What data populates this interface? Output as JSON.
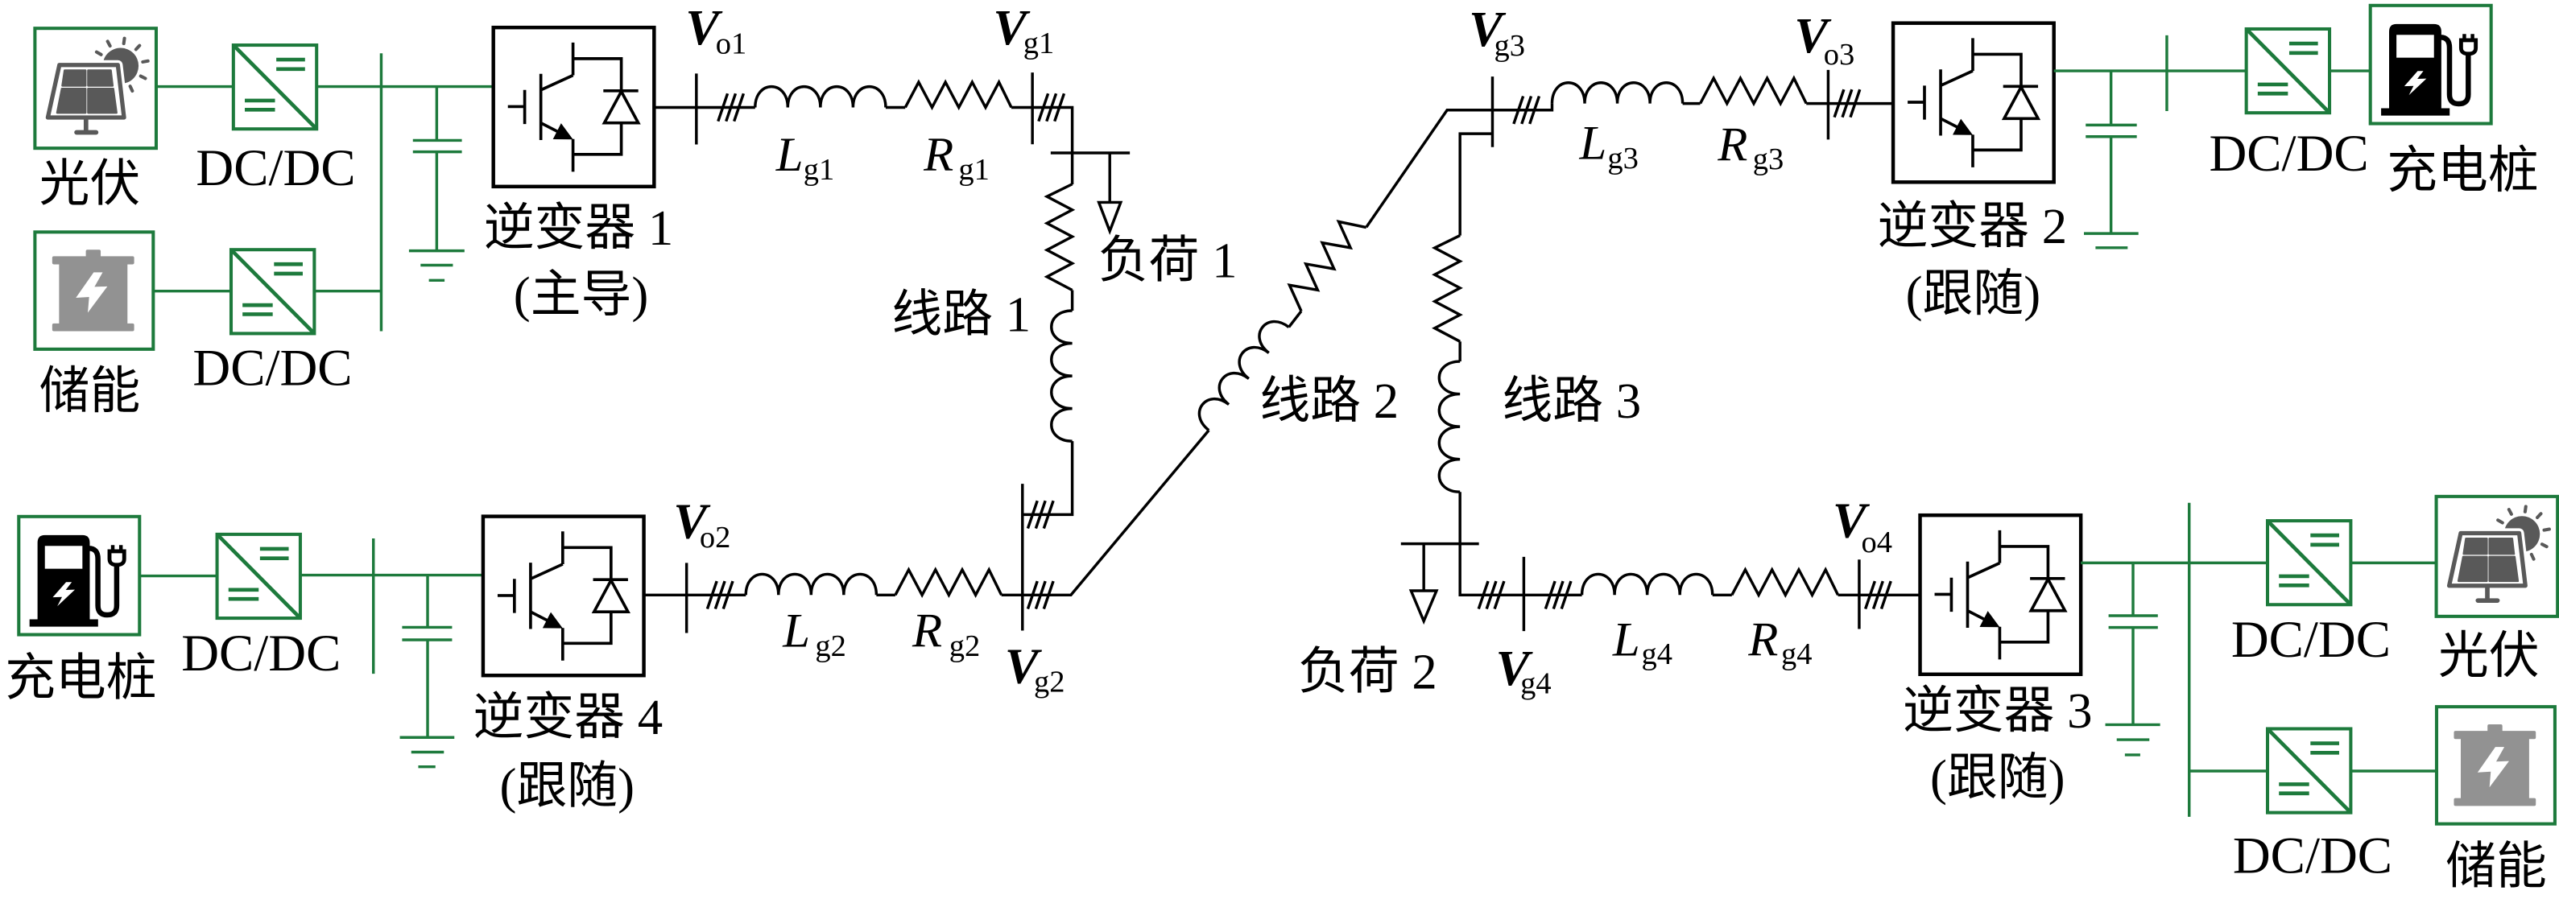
{
  "colors": {
    "dc_side": "#1d7a3c",
    "ac_side": "#000000",
    "pv_icon": "#595959",
    "storage_icon": "#929292",
    "charger_icon": "#000000"
  },
  "units": [
    {
      "inverter": "逆变器 1",
      "role": "(主导)",
      "sources": [
        {
          "label": "光伏",
          "icon": "solar-panel-icon"
        },
        {
          "label": "储能",
          "icon": "battery-icon"
        }
      ],
      "converters": [
        "DC/DC",
        "DC/DC"
      ]
    },
    {
      "inverter": "逆变器 2",
      "role": "(跟随)",
      "sources": [
        {
          "label": "充电桩",
          "icon": "ev-charger-icon"
        }
      ],
      "converters": [
        "DC/DC"
      ]
    },
    {
      "inverter": "逆变器 3",
      "role": "(跟随)",
      "sources": [
        {
          "label": "光伏",
          "icon": "solar-panel-icon"
        },
        {
          "label": "储能",
          "icon": "battery-icon"
        }
      ],
      "converters": [
        "DC/DC",
        "DC/DC"
      ]
    },
    {
      "inverter": "逆变器 4",
      "role": "(跟随)",
      "sources": [
        {
          "label": "充电桩",
          "icon": "ev-charger-icon"
        }
      ],
      "converters": [
        "DC/DC"
      ]
    }
  ],
  "nodes": {
    "vo1": {
      "symbol": "V",
      "sub": "o1"
    },
    "vg1": {
      "symbol": "V",
      "sub": "g1"
    },
    "vo2": {
      "symbol": "V",
      "sub": "o2"
    },
    "vg2": {
      "symbol": "V",
      "sub": "g2"
    },
    "vg3": {
      "symbol": "V",
      "sub": "g3"
    },
    "vo3": {
      "symbol": "V",
      "sub": "o3"
    },
    "vg4": {
      "symbol": "V",
      "sub": "g4"
    },
    "vo4": {
      "symbol": "V",
      "sub": "o4"
    }
  },
  "impedances": {
    "lg1": {
      "symbol": "L",
      "sub": "g1"
    },
    "rg1": {
      "symbol": "R",
      "sub": "g1"
    },
    "lg2": {
      "symbol": "L",
      "sub": "g2"
    },
    "rg2": {
      "symbol": "R",
      "sub": "g2"
    },
    "lg3": {
      "symbol": "L",
      "sub": "g3"
    },
    "rg3": {
      "symbol": "R",
      "sub": "g3"
    },
    "lg4": {
      "symbol": "L",
      "sub": "g4"
    },
    "rg4": {
      "symbol": "R",
      "sub": "g4"
    }
  },
  "lines": [
    "线路 1",
    "线路 2",
    "线路 3"
  ],
  "loads": [
    "负荷 1",
    "负荷 2"
  ]
}
